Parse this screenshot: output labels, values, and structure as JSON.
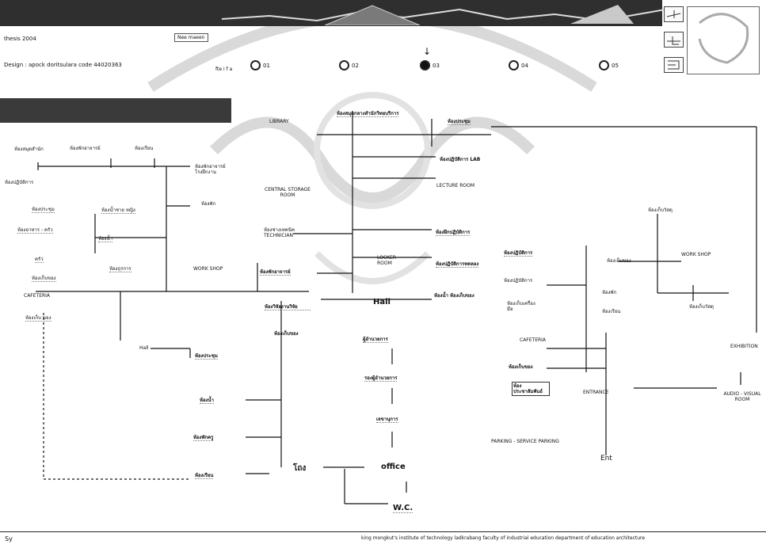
{
  "header": {
    "thesis": "thesis 2004",
    "design": "Design : apock doritsulara code 44020363",
    "small_tag": "Nee maeen",
    "step_prefix": "fte i f a"
  },
  "steps": [
    {
      "label": "01",
      "active": false
    },
    {
      "label": "02",
      "active": false
    },
    {
      "label": "03",
      "active": true
    },
    {
      "label": "04",
      "active": false
    },
    {
      "label": "05",
      "active": false
    }
  ],
  "left_diagram": {
    "top_labels": [
      "ห้องสมุดสำนัก",
      "ห้องพักอาจารย์",
      "ห้องเรียน"
    ],
    "ctr1": "ห้องปฏิบัติการ",
    "right_label": "ห้องพักอาจารย์ โรงฝึกงาน",
    "col_a": [
      "ห้องประชุม",
      "ห้องอาหาร - ครัว",
      "ครัว",
      "ห้องเก็บของ"
    ],
    "col_b": [
      "ห้องน้ำชาย หญิง",
      "ห้องน้ำ",
      "ห้องธุรการ"
    ],
    "mid_label": "ห้องพัก",
    "work_shop": "WORK SHOP",
    "cafeteria": "CAFETERIA",
    "cafe_sub": "ห้องเก็บ ของ",
    "hall": "Hall",
    "meeting": "ห้องประชุม"
  },
  "center_diagram": {
    "library": "LIBRARY",
    "top": "ห้องสมุดกลางสำนักวิทยบริการ",
    "top_right": "ห้องประชุม",
    "lab": "ห้องปฏิบัติการ LAB",
    "lecture": "LECTURE ROOM",
    "central_storage": "CENTRAL STORAGE ROOM",
    "technician": "ห้องช่างเทคนิค TECHNICIAN",
    "teachers": "ห้องพักอาจารย์",
    "locker": "LOCKER ROOM",
    "practice": "ห้องฝึกปฏิบัติการ",
    "lab2": "ห้องปฏิบัติการทดลอง",
    "hall": "Hall",
    "corridor": "ห้องน้ำ ห้องเก็บของ",
    "research": "ห้องวิจัยงานวิจัย",
    "director": "ผู้อำนวยการ",
    "deputy": "รองผู้อำนวยการ",
    "secretary": "เลขานุการ",
    "office": "office",
    "wc": "W.C.",
    "toilet": "โถง",
    "left_rooms": [
      "ห้องน้ำ",
      "ห้องพักครู",
      "ห้องเรียน"
    ],
    "left_sub": "ห้องเก็บของ"
  },
  "right_diagram": {
    "r1": "ห้องปฏิบัติการ",
    "r2": "ห้องเก็บของ",
    "r3": "ห้องปฏิบัติการ",
    "work_shop": "WORK SHOP",
    "store": "ห้องเก็บวัสดุ",
    "r4": "ห้องเก็บเครื่องมือ",
    "r5": "ห้องพัก",
    "r6": "ห้องเรียน",
    "exhibition": "EXHIBITION",
    "cafeteria": "CAFETERIA",
    "r7": "ห้องเก็บของ",
    "r8": "ห้องประชาสัมพันธ์",
    "entrance": "ENTRANCE",
    "av": "AUDIO - VISUAL ROOM",
    "parking": "PARKING - SERVICE PARKING",
    "ent": "Ent"
  },
  "footer": {
    "left": "Sy",
    "right": "king mongkut's institute of technology ladkrabang faculty of industrial education department of education architecture"
  }
}
